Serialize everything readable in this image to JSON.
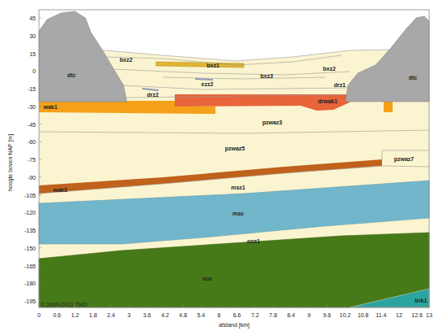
{
  "diagram": {
    "labels": [
      "dtc",
      "dtc",
      "bxz2",
      "bxz1",
      "bxz2",
      "bxz3",
      "ezz2",
      "drz2",
      "drz1",
      "wak1",
      "drwak1",
      "pzwaz3",
      "pzwaz5",
      "pzwaz7",
      "wak3",
      "msz1",
      "msc",
      "ooz1",
      "ooc",
      "brk1",
      "hoogte boven NAP [m]",
      "45",
      "30",
      "15",
      "0",
      "-15",
      "-30",
      "-45",
      "-60",
      "-75",
      "-90",
      "-105",
      "-120",
      "-135",
      "-150",
      "-165",
      "-180",
      "-195",
      "0",
      "0.6",
      "1.2",
      "1.8",
      "2.4",
      "3",
      "3.6",
      "4.2",
      "4.8",
      "5.4",
      "6",
      "6.6",
      "7.2",
      "7.8",
      "8.4",
      "9",
      "9.6",
      "10.2",
      "10.8",
      "11.4",
      "12",
      "12.6",
      "13",
      "afstand [km]",
      "© 2009-2012 TNO"
    ]
  }
}
